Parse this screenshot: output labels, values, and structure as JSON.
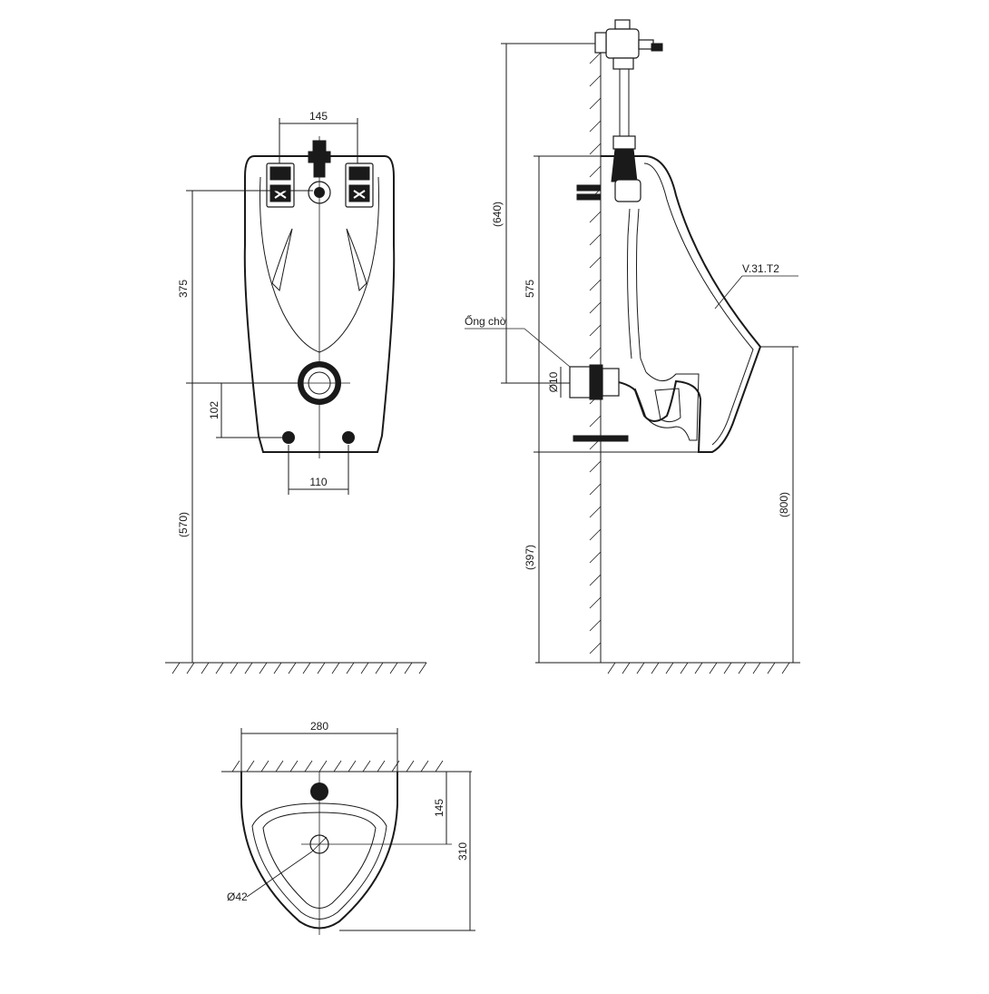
{
  "front_view": {
    "dim_top_width": "145",
    "dim_height_inlet_outlet": "375",
    "dim_outlet_to_bolts": "102",
    "dim_bolt_spacing": "110",
    "dim_outlet_floor": "(570)"
  },
  "side_view": {
    "dim_valve_to_outlet": "(640)",
    "dim_top_to_outlet": "575",
    "dim_outlet_diameter": "Ø10",
    "dim_bottom_to_floor": "(397)",
    "dim_rim_height": "(800)",
    "label_pipe": "Ống chờ",
    "label_model": "V.31.T2"
  },
  "top_view": {
    "dim_width": "280",
    "dim_inlet_depth": "145",
    "dim_total_depth": "310",
    "dim_drain_diameter": "Ø42"
  }
}
